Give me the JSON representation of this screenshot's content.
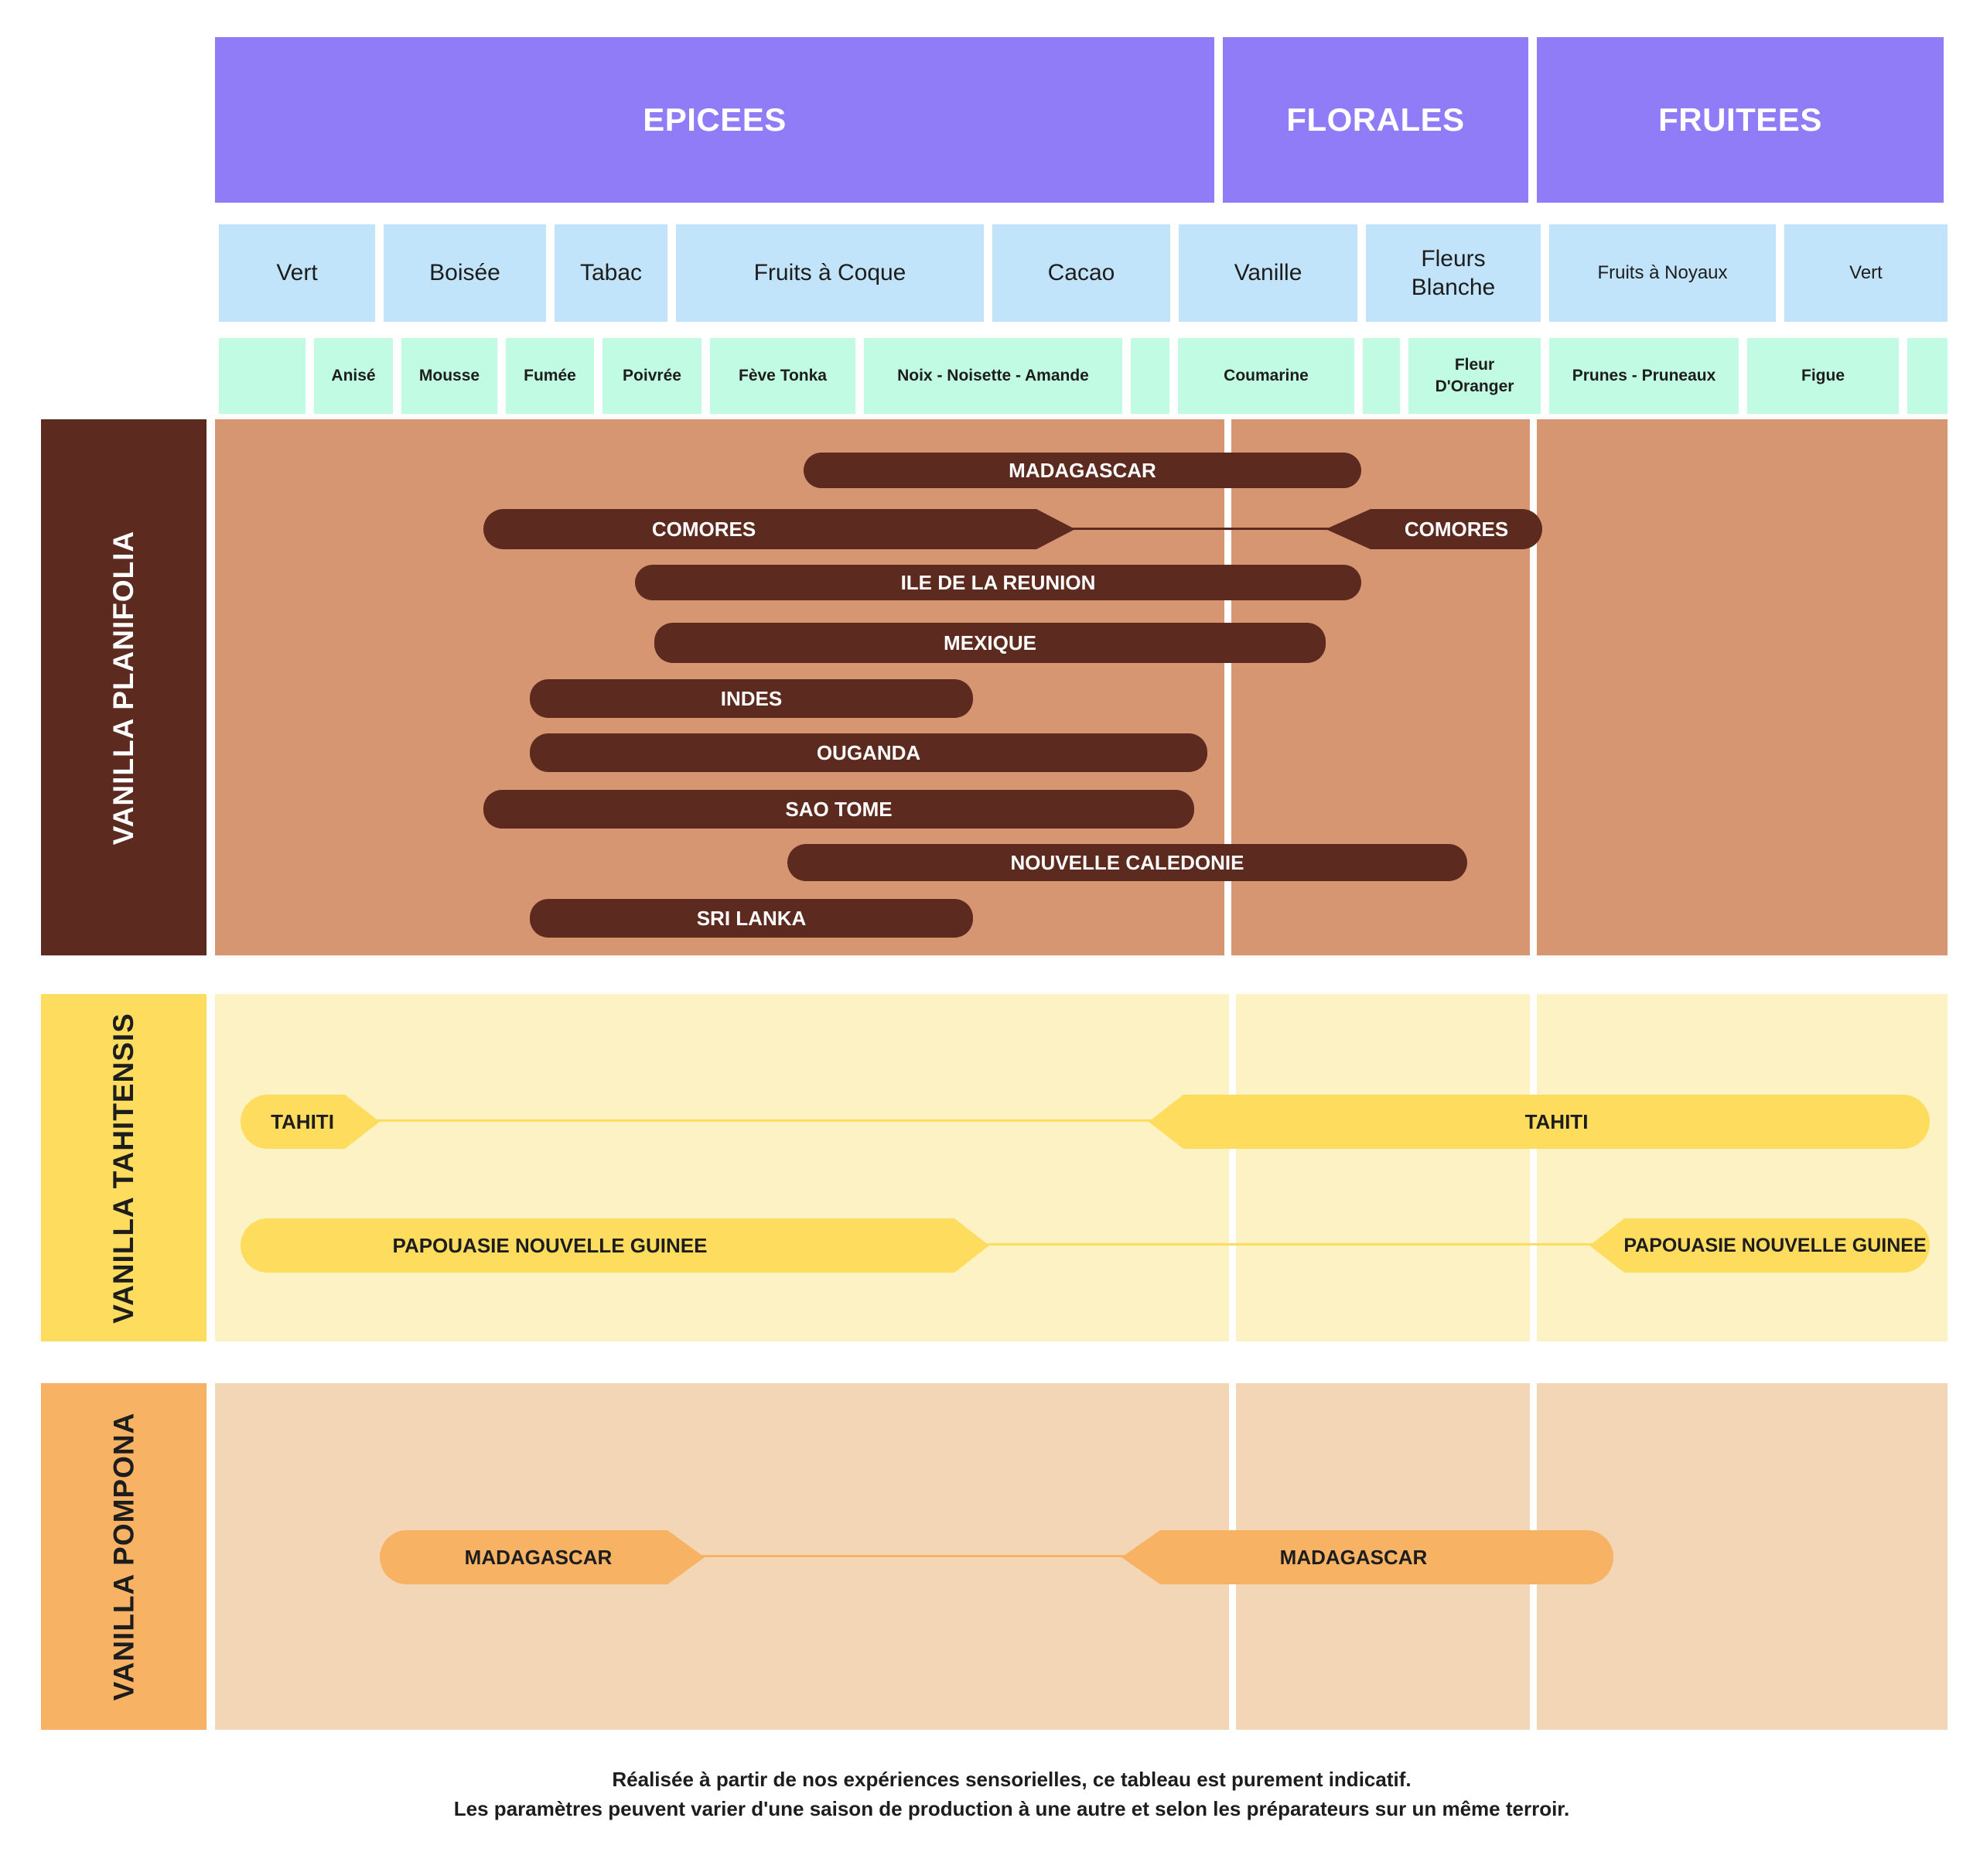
{
  "families": [
    "EPICEES",
    "FLORALES",
    "FRUITEES"
  ],
  "subfamilies": [
    "Vert",
    "Boisée",
    "Tabac",
    "Fruits à Coque",
    "Cacao",
    "Vanille",
    "Fleurs Blanche",
    "Fruits à Noyaux",
    "Vert"
  ],
  "notes": [
    "",
    "Anisé",
    "Mousse",
    "Fumée",
    "Poivrée",
    "Fève Tonka",
    "Noix - Noisette - Amande",
    "",
    "Coumarine",
    "",
    "Fleur D'Oranger",
    "Prunes - Pruneaux",
    "Figue",
    ""
  ],
  "species": [
    "VANILLA PLANIFOLIA",
    "VANILLA TAHITENSIS",
    "VANILLA POMPONA"
  ],
  "planifolia": {
    "madagascar": "MADAGASCAR",
    "comores": "COMORES",
    "comores_right": "COMORES",
    "reunion": "ILE DE LA REUNION",
    "mexique": "MEXIQUE",
    "indes": "INDES",
    "ouganda": "OUGANDA",
    "sao_tome": "SAO TOME",
    "nouvelle_caledonie": "NOUVELLE CALEDONIE",
    "sri_lanka": "SRI LANKA"
  },
  "tahitensis": {
    "tahiti_left": "TAHITI",
    "tahiti_right": "TAHITI",
    "png_left": "PAPOUASIE NOUVELLE GUINEE",
    "png_right": "PAPOUASIE NOUVELLE GUINEE"
  },
  "pompona": {
    "madagascar_left": "MADAGASCAR",
    "madagascar_right": "MADAGASCAR"
  },
  "footer": {
    "line1": "Réalisée à partir de nos expériences sensorielles, ce tableau est purement indicatif.",
    "line2": "Les paramètres peuvent varier d'une saison de production à une autre et selon les préparateurs sur un même terroir."
  },
  "colors": {
    "family_header": "#8f7cf6",
    "subfamily": "#c2e4fb",
    "note": "#c2fbe3",
    "planifolia_label": "#5c2a1f",
    "planifolia_band": "#d69672",
    "tahitensis_label": "#fedd5e",
    "tahitensis_band": "#fdf2c4",
    "pompona_label": "#f7b264",
    "pompona_band": "#f2d6b6"
  }
}
